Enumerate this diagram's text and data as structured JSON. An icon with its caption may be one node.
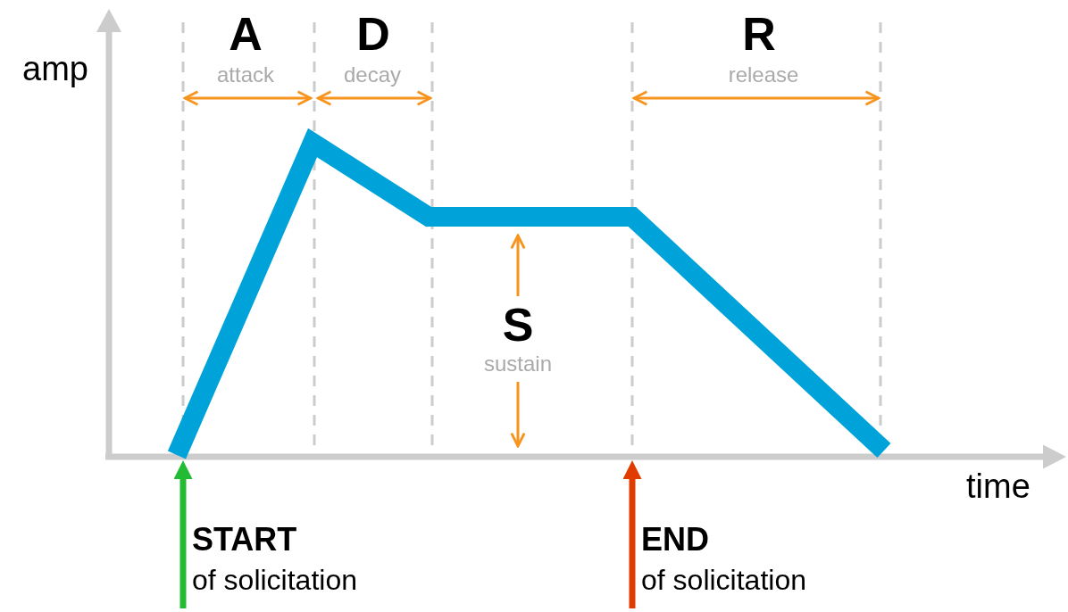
{
  "diagram": {
    "nodes": [
      {
        "text": [
          "START",
          "of solicitation"
        ]
      },
      {
        "text": [
          "END",
          "of solicitation"
        ]
      },
      {
        "text": [],
        "shape": "bar",
        "beside": [
          "time"
        ]
      }
    ],
    "edges": [
      {
        "from": 0,
        "to": 2,
        "arrow": "to",
        "color": "#22bb33"
      },
      {
        "from": 1,
        "to": 2,
        "arrow": "to",
        "color": "#e03c00"
      }
    ],
    "labels": [
      "A",
      "D",
      "R",
      "amp",
      "attack",
      "decay",
      "release",
      "S",
      "sustain"
    ]
  }
}
